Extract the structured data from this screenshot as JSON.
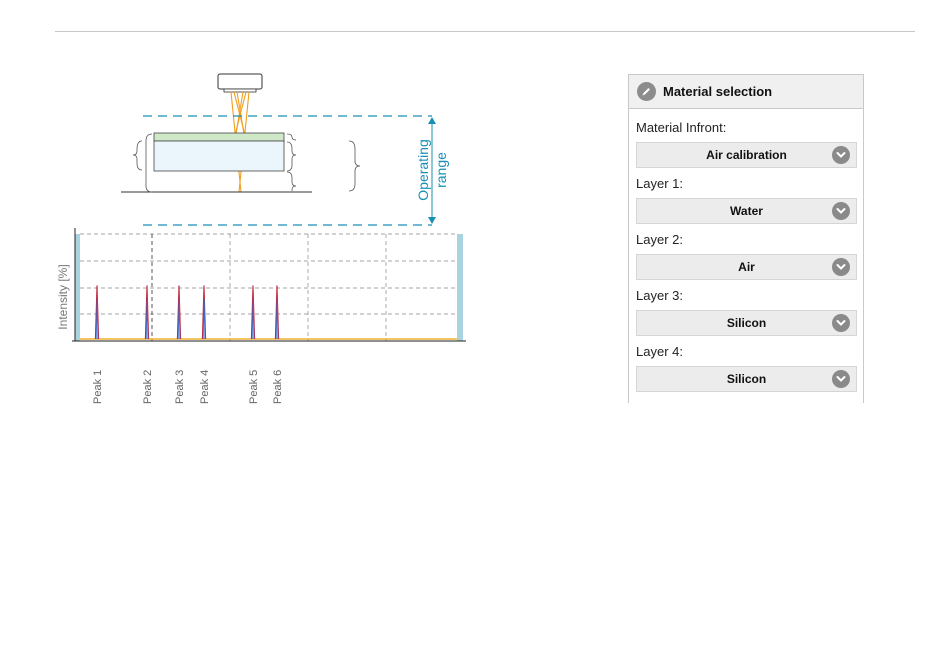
{
  "diagram": {
    "operating_range_label_line1": "Operating",
    "operating_range_label_line2": "range",
    "colors": {
      "accent": "#1a8fb5",
      "beam": "#f0a020",
      "layer_top": "#cfe8c8",
      "peak_red": "#c0243a",
      "peak_blue": "#3a6fd0",
      "range_bar": "#a9d3df"
    }
  },
  "chart_data": {
    "type": "line",
    "ylabel": "Intensity [%]",
    "xlabel": "",
    "ylim": [
      0,
      100
    ],
    "peak_labels": [
      "Peak 1",
      "Peak 2",
      "Peak 3",
      "Peak 4",
      "Peak 5",
      "Peak 6"
    ],
    "series": [
      {
        "values": [
          52,
          52,
          52,
          52,
          52,
          52
        ]
      }
    ],
    "grid": true
  },
  "panel": {
    "title": "Material selection",
    "fields": [
      {
        "label": "Material Infront:",
        "value": "Air calibration"
      },
      {
        "label": "Layer 1:",
        "value": "Water"
      },
      {
        "label": "Layer 2:",
        "value": "Air"
      },
      {
        "label": "Layer 3:",
        "value": "Silicon"
      },
      {
        "label": "Layer 4:",
        "value": "Silicon"
      }
    ]
  }
}
